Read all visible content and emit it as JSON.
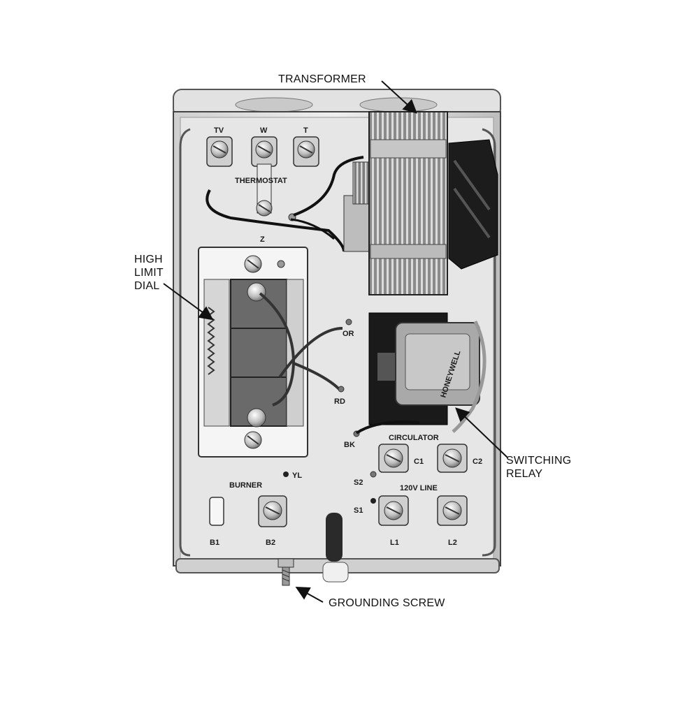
{
  "callouts": {
    "transformer": "TRANSFORMER",
    "high_limit_dial": [
      "HIGH",
      "LIMIT",
      "DIAL"
    ],
    "switching_relay": [
      "SWITCHING",
      "RELAY"
    ],
    "grounding_screw": "GROUNDING SCREW"
  },
  "terminals": {
    "tv": "TV",
    "w": "W",
    "t": "T",
    "thermostat": "THERMOSTAT",
    "z": "Z",
    "c1": "C1",
    "c2": "C2",
    "circulator": "CIRCULATOR",
    "s1": "S1",
    "s2": "S2",
    "line": "120V LINE",
    "l1": "L1",
    "l2": "L2",
    "burner": "BURNER",
    "b1": "B1",
    "b2": "B2",
    "yl": "YL",
    "bk": "BK",
    "or": "OR",
    "rd": "RD",
    "relay_brand": "HONEYWELL"
  }
}
